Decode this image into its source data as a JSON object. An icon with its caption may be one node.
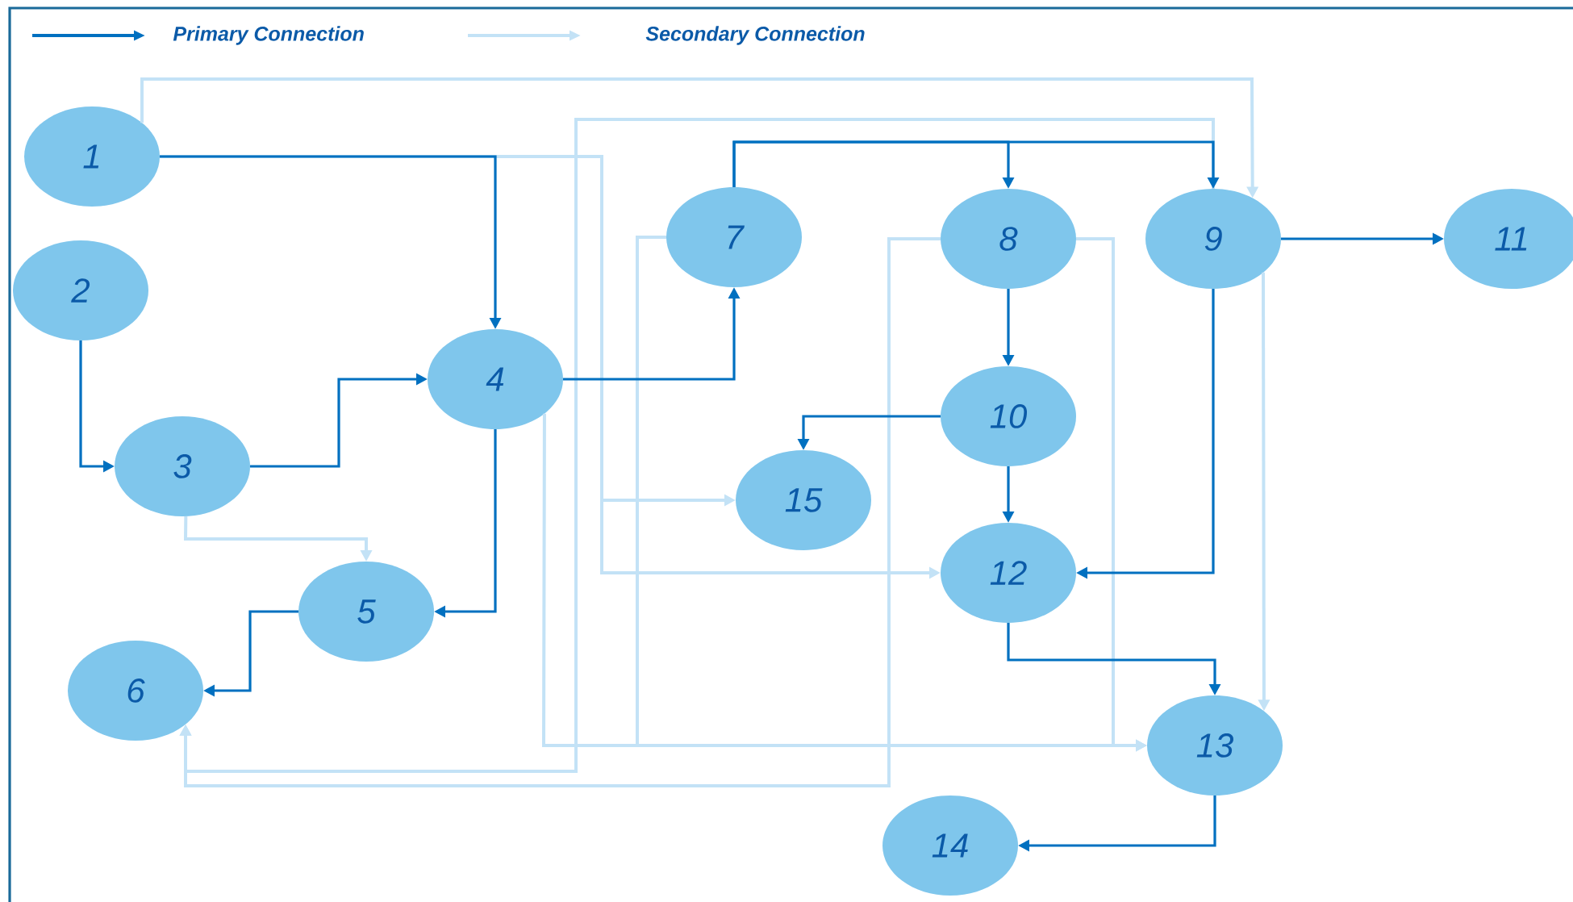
{
  "diagram": {
    "nodes": [
      {
        "text": [
          "1"
        ]
      },
      {
        "text": [
          "2"
        ]
      },
      {
        "text": [
          "3"
        ]
      },
      {
        "text": [
          "4"
        ]
      },
      {
        "text": [
          "5"
        ]
      },
      {
        "text": [
          "6"
        ]
      },
      {
        "text": [
          "7"
        ]
      },
      {
        "text": [
          "8"
        ]
      },
      {
        "text": [
          "9"
        ]
      },
      {
        "text": [
          "10"
        ]
      },
      {
        "text": [
          "11"
        ]
      },
      {
        "text": [
          "12"
        ]
      },
      {
        "text": [
          "13"
        ]
      },
      {
        "text": [
          "14"
        ]
      },
      {
        "text": [
          "15"
        ]
      }
    ],
    "edges": [
      {
        "from": 0,
        "to": 3,
        "arrow": "to"
      },
      {
        "from": 1,
        "to": 2,
        "arrow": "to"
      },
      {
        "from": 2,
        "to": 3,
        "arrow": "to"
      },
      {
        "from": 3,
        "to": 6,
        "arrow": "to"
      },
      {
        "from": 3,
        "to": 4,
        "arrow": "to"
      },
      {
        "from": 4,
        "to": 5,
        "arrow": "to"
      },
      {
        "from": 6,
        "to": 7,
        "arrow": "to"
      },
      {
        "from": 6,
        "to": 8,
        "arrow": "to"
      },
      {
        "from": 7,
        "to": 9,
        "arrow": "to"
      },
      {
        "from": 8,
        "to": 10,
        "arrow": "to"
      },
      {
        "from": 8,
        "to": 11,
        "arrow": "to"
      },
      {
        "from": 9,
        "to": 14,
        "arrow": "to"
      },
      {
        "from": 9,
        "to": 11,
        "arrow": "to"
      },
      {
        "from": 11,
        "to": 12,
        "arrow": "to"
      },
      {
        "from": 12,
        "to": 13,
        "arrow": "to"
      },
      {
        "from": 0,
        "to": 8,
        "arrow": "to",
        "color": "#c3e2f6"
      },
      {
        "from": 8,
        "to": 5,
        "arrow": "to",
        "color": "#c3e2f6"
      },
      {
        "from": 7,
        "to": 5,
        "arrow": "to",
        "color": "#c3e2f6"
      },
      {
        "from": 0,
        "to": 14,
        "arrow": "to",
        "color": "#c3e2f6"
      },
      {
        "from": 0,
        "to": 11,
        "arrow": "to",
        "color": "#c3e2f6"
      },
      {
        "from": 3,
        "to": 12,
        "arrow": "to",
        "color": "#c3e2f6"
      },
      {
        "from": 6,
        "to": 12,
        "arrow": "to",
        "color": "#c3e2f6"
      },
      {
        "from": 7,
        "to": 12,
        "arrow": "to",
        "color": "#c3e2f6"
      },
      {
        "from": 8,
        "to": 12,
        "arrow": "to",
        "color": "#c3e2f6"
      },
      {
        "from": 2,
        "to": 4,
        "arrow": "to",
        "color": "#c3e2f6"
      }
    ],
    "legend": [
      {
        "text": "Primary Connection"
      },
      {
        "text": "Secondary Connection"
      }
    ]
  }
}
